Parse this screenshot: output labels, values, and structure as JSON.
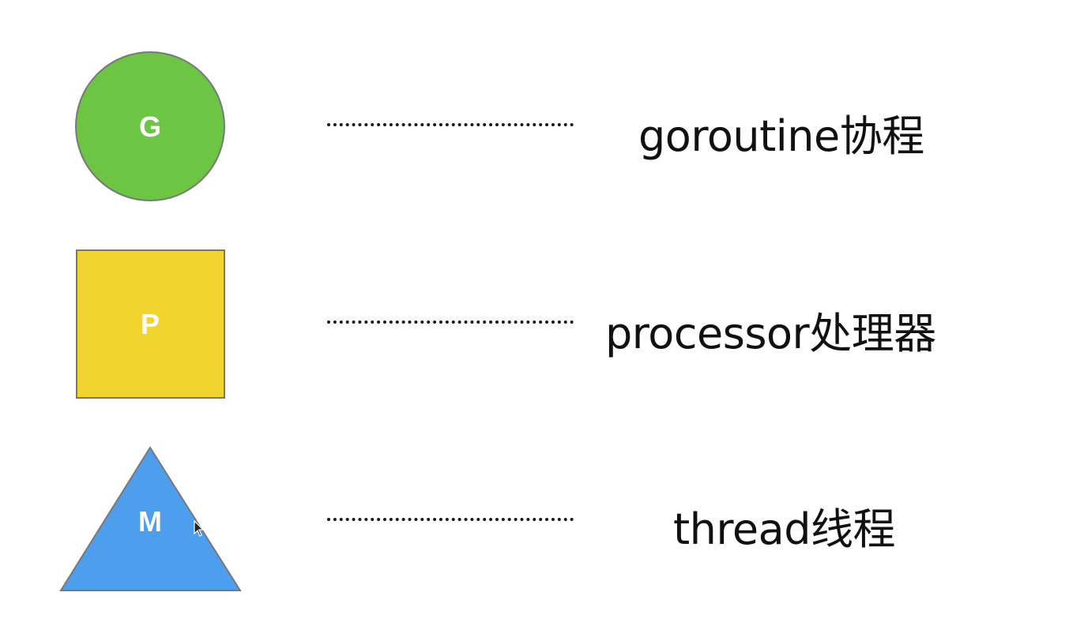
{
  "rows": [
    {
      "key": "g",
      "shape": "circle",
      "letter": "G",
      "fill": "#6CC644",
      "stroke": "#777777",
      "description": "goroutine协程"
    },
    {
      "key": "p",
      "shape": "square",
      "letter": "P",
      "fill": "#F1D42E",
      "stroke": "#777777",
      "description": "processor处理器"
    },
    {
      "key": "m",
      "shape": "triangle",
      "letter": "M",
      "fill": "#4E9EEE",
      "stroke": "#777777",
      "description": "thread线程"
    }
  ]
}
